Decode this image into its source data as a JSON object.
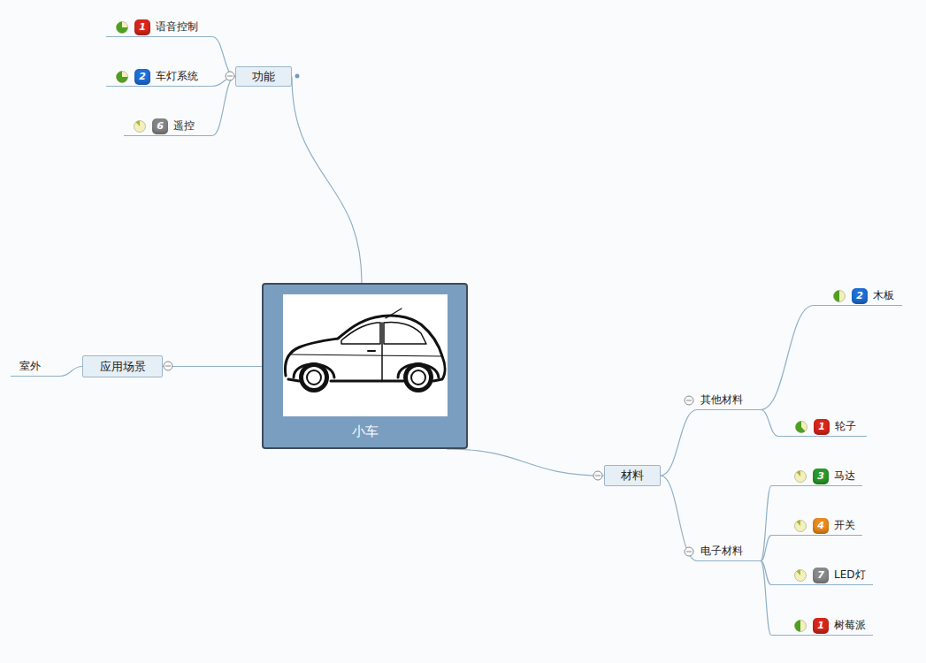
{
  "diagram": {
    "nodes": [
      {
        "text": [
          "小车"
        ]
      },
      {
        "text": [
          "功能"
        ]
      },
      {
        "text": [
          "1",
          "语音控制"
        ]
      },
      {
        "text": [
          "2",
          "车灯系统"
        ]
      },
      {
        "text": [
          "6",
          "遥控"
        ]
      },
      {
        "text": [
          "应用场景"
        ]
      },
      {
        "text": [
          "室外"
        ]
      },
      {
        "text": [
          "材料"
        ]
      },
      {
        "text": [
          "其他材料"
        ]
      },
      {
        "text": [
          "2",
          "木板"
        ]
      },
      {
        "text": [
          "1",
          "轮子"
        ]
      },
      {
        "text": [
          "电子材料"
        ]
      },
      {
        "text": [
          "3",
          "马达"
        ]
      },
      {
        "text": [
          "4",
          "开关"
        ]
      },
      {
        "text": [
          "7",
          "LED灯"
        ]
      },
      {
        "text": [
          "1",
          "树莓派"
        ]
      }
    ],
    "edges": [
      {
        "from": 0,
        "to": 1,
        "arrow": "none"
      },
      {
        "from": 1,
        "to": 2,
        "arrow": "none"
      },
      {
        "from": 1,
        "to": 3,
        "arrow": "none"
      },
      {
        "from": 1,
        "to": 4,
        "arrow": "none"
      },
      {
        "from": 0,
        "to": 5,
        "arrow": "none"
      },
      {
        "from": 5,
        "to": 6,
        "arrow": "none"
      },
      {
        "from": 0,
        "to": 7,
        "arrow": "none"
      },
      {
        "from": 7,
        "to": 8,
        "arrow": "none"
      },
      {
        "from": 8,
        "to": 9,
        "arrow": "none"
      },
      {
        "from": 8,
        "to": 10,
        "arrow": "none"
      },
      {
        "from": 7,
        "to": 11,
        "arrow": "none"
      },
      {
        "from": 11,
        "to": 12,
        "arrow": "none"
      },
      {
        "from": 11,
        "to": 13,
        "arrow": "none"
      },
      {
        "from": 11,
        "to": 14,
        "arrow": "none"
      },
      {
        "from": 11,
        "to": 15,
        "arrow": "none"
      }
    ]
  }
}
